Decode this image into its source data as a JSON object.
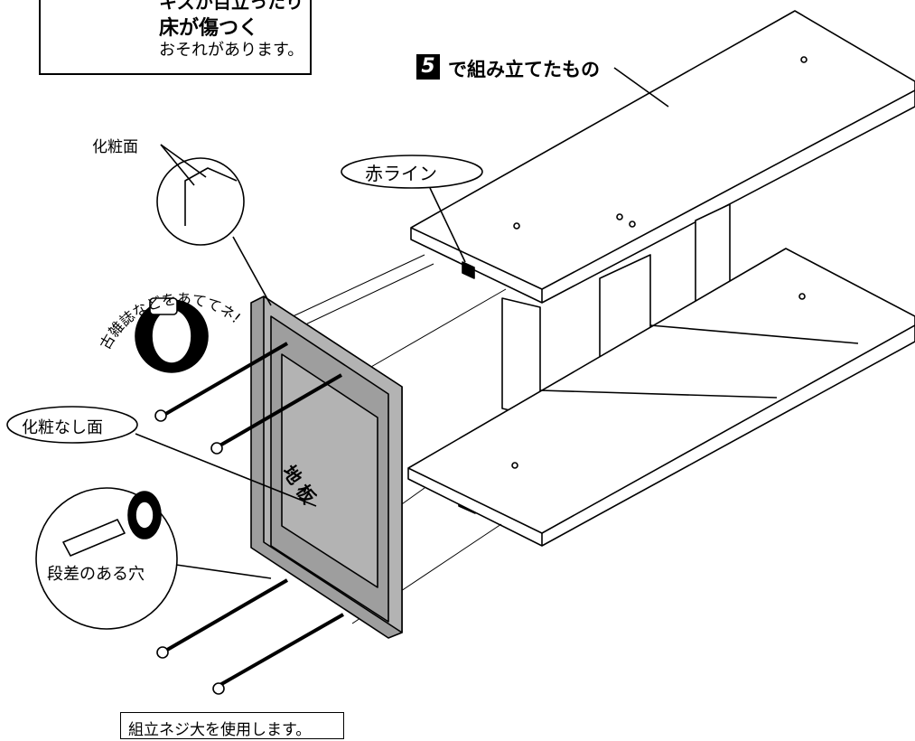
{
  "warning": {
    "line1": "キズが目立ったり",
    "line2": "床が傷つく",
    "line3": "おそれがあります。"
  },
  "step": {
    "number": "5",
    "title": "で組み立てたもの"
  },
  "labels": {
    "cosmetic_face": "化粧面",
    "red_line": "赤ライン",
    "magazine_tip": "古雑誌などをあててネ!",
    "non_cosmetic_face": "化粧なし面",
    "bottom_board": "地板",
    "stepped_hole": "段差のある穴"
  },
  "note": "組立ネジ大を使用します。",
  "colors": {
    "board_gray": "#9e9e9e",
    "board_face": "#b3b3b3",
    "red_line_mark": "#000000",
    "line": "#000000"
  }
}
